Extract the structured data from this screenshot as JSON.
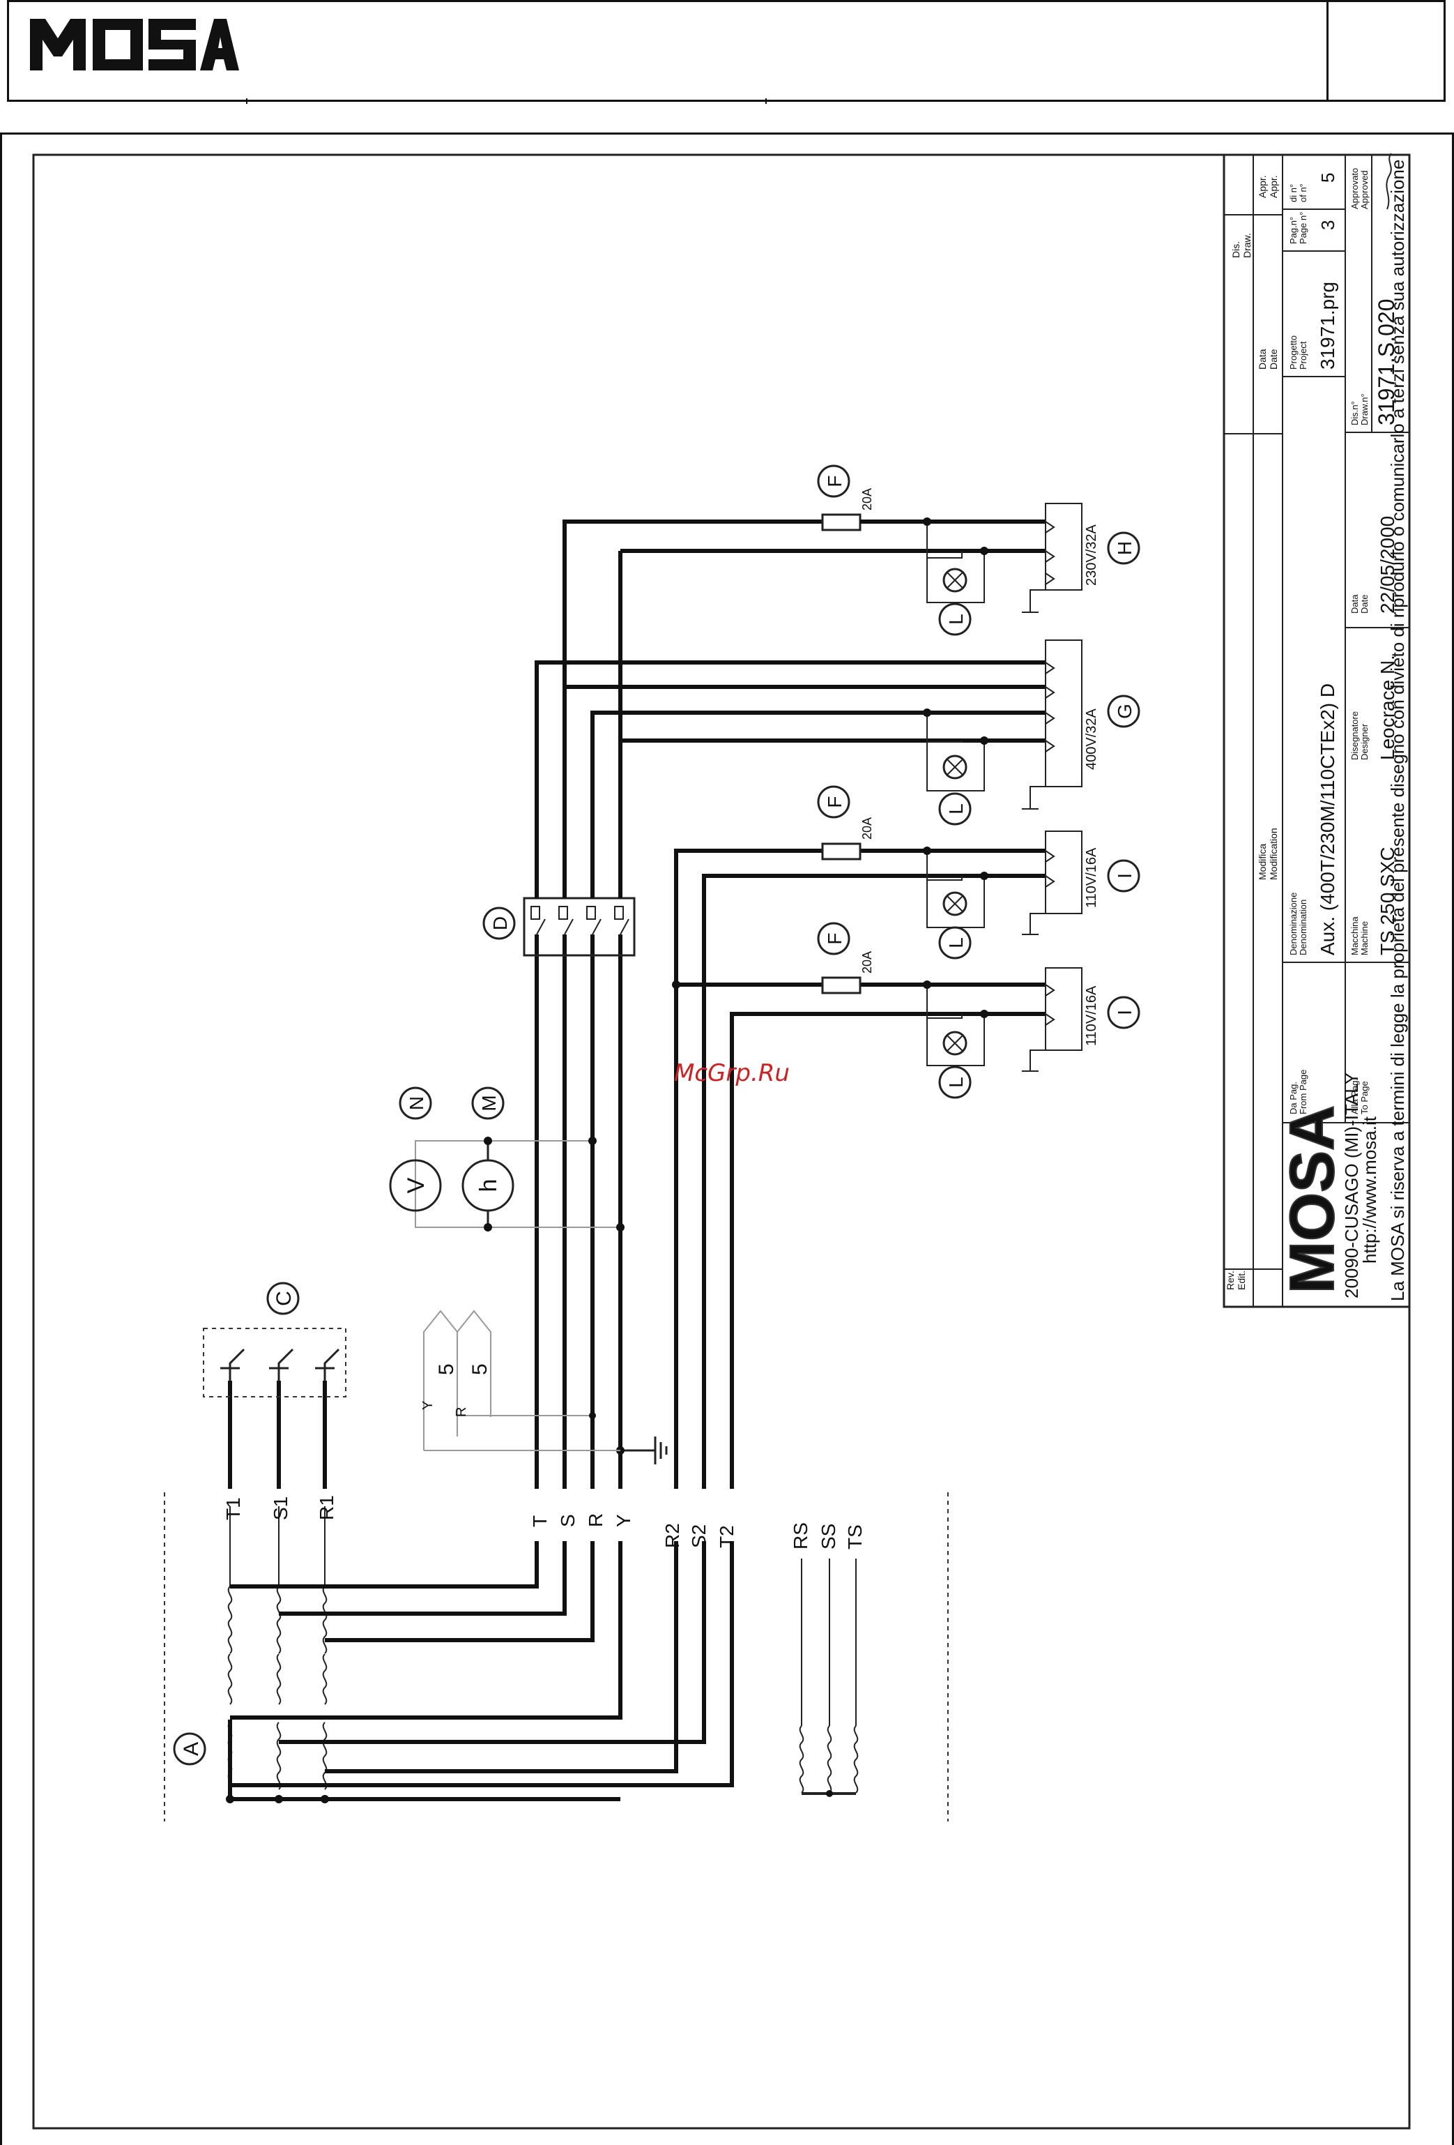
{
  "header": {
    "logo_text": "MOSA"
  },
  "watermark": "McGrp.Ru",
  "labels": {
    "A": "A",
    "C": "C",
    "D": "D",
    "F": "F",
    "G": "G",
    "H": "H",
    "I": "I",
    "L": "L",
    "M": "M",
    "N": "N",
    "V": "V",
    "h": "h"
  },
  "terminals": {
    "T1": "T1",
    "S1": "S1",
    "R1": "R1",
    "T": "T",
    "S": "S",
    "R": "R",
    "Y": "Y",
    "R2": "R2",
    "S2": "S2",
    "T2": "T2",
    "RS": "RS",
    "SS": "SS",
    "TS": "TS"
  },
  "connector": {
    "Y": "Y",
    "R": "R",
    "five_a": "5",
    "five_b": "5"
  },
  "fuses": {
    "f1": "20A",
    "f2": "20A",
    "f3": "20A"
  },
  "sockets": {
    "s230": "230V/32A",
    "s400": "400V/32A",
    "s110a": "110V/16A",
    "s110b": "110V/16A"
  },
  "titleblock": {
    "rev": "Rev.",
    "rev_en": "Edit.",
    "modifica": "Modifica",
    "modifica_en": "Modification",
    "data": "Data",
    "data_en": "Date",
    "dis": "Dis.",
    "dis_en": "Draw.",
    "appr": "Appr.",
    "appr_en": "Appr.",
    "company_addr": "20090-CUSAGO (MI)-ITALY",
    "company_web": "http://www.mosa.it",
    "da_pag": "Da Pag.",
    "da_pag_en": "From Page",
    "denominazione": "Denominazione",
    "denominazione_en": "Denomination",
    "denominazione_val": "Aux. (400T/230M/110CTEx2) D",
    "progetto": "Progetto",
    "progetto_en": "Project",
    "progetto_val": "31971.prg",
    "pag": "Pag.n°",
    "pag_en": "Page n°",
    "pag_val": "3",
    "di": "di n°",
    "di_en": "of n°",
    "di_val": "5",
    "alla_pag": "Alla Pag.",
    "alla_pag_en": "To Page",
    "macchina": "Macchina",
    "macchina_en": "Machine",
    "macchina_val": "TS 250 SXC",
    "disegnatore": "Disegnatore",
    "disegnatore_en": "Designer",
    "disegnatore_val": "Leocrace N.",
    "data2": "Data",
    "data2_en": "Date",
    "data2_val": "22/05/2000",
    "dis_n": "Dis.n°",
    "dis_n_en": "Draw.n°",
    "dis_n_val": "31971.S.020",
    "approvato": "Approvato",
    "approvato_en": "Approved",
    "footer": "La MOSA si riserva a termini di legge la proprietà del presente disegno con divieto di riprodurlo o comunicarlo a terzi senza sua autorizzazione"
  }
}
